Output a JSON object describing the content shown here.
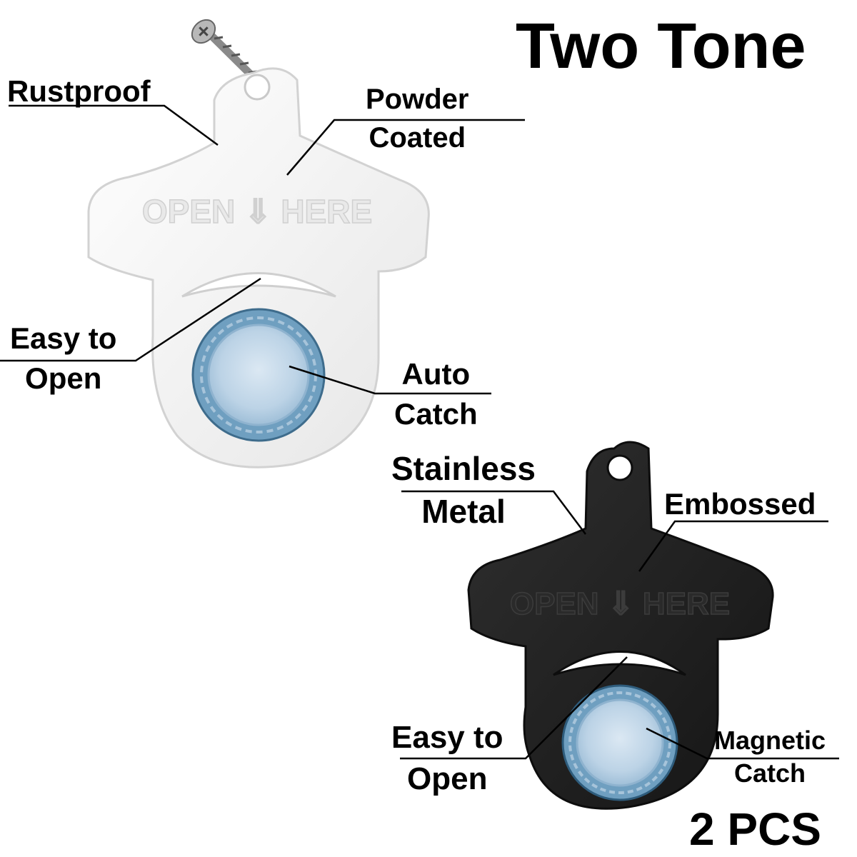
{
  "headline": "Two Tone",
  "quantity": "2 PCS",
  "white_opener": {
    "color": "#f4f4f4",
    "emboss_text": "OPEN ⇓ HERE",
    "labels": {
      "rustproof": "Rustproof",
      "powder_coated": [
        "Powder",
        "Coated"
      ],
      "easy_to_open": [
        "Easy to",
        "Open"
      ],
      "auto_catch": [
        "Auto",
        "Catch"
      ]
    }
  },
  "black_opener": {
    "color": "#1e1e1e",
    "emboss_text": "OPEN ⇓ HERE",
    "labels": {
      "stainless_metal": [
        "Stainless",
        "Metal"
      ],
      "embossed": "Embossed",
      "easy_to_open": [
        "Easy to",
        "Open"
      ],
      "magnetic_catch": [
        "Magnetic",
        "Catch"
      ]
    }
  },
  "cap_color": "#6f9fc0",
  "cap_inner_color": "#c8dcec"
}
